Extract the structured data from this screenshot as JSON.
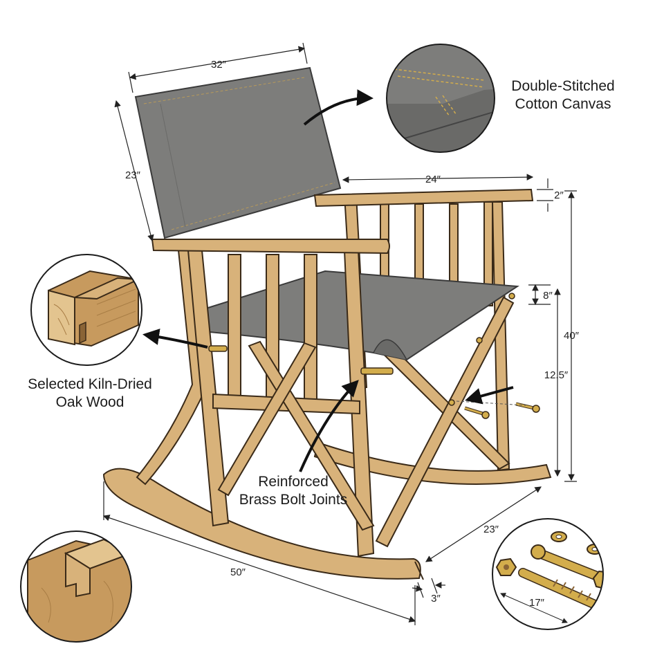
{
  "callouts": {
    "canvas": {
      "line1": "Double-Stitched",
      "line2": "Cotton Canvas"
    },
    "wood": {
      "line1": "Selected Kiln-Dried",
      "line2": "Oak Wood"
    },
    "joints": {
      "line1": "Reinforced",
      "line2": "Brass Bolt Joints"
    }
  },
  "dimensions": {
    "backrest_width": "32″",
    "backrest_height": "23″",
    "armrest_length": "24″",
    "armrest_thickness": "2″",
    "seat_thickness": "8″",
    "overall_height": "40″",
    "seat_to_rocker": "12.5″",
    "rocker_length": "50″",
    "overall_depth": "23″",
    "rocker_thickness": "3″",
    "bolt_length": "17″"
  },
  "colors": {
    "wood": "#d8b27a",
    "wood_dark": "#8a6436",
    "canvas": "#7d7d7b",
    "canvas_dark": "#5c5c5a",
    "brass": "#d3ad4c",
    "outline": "#3a2a18"
  }
}
